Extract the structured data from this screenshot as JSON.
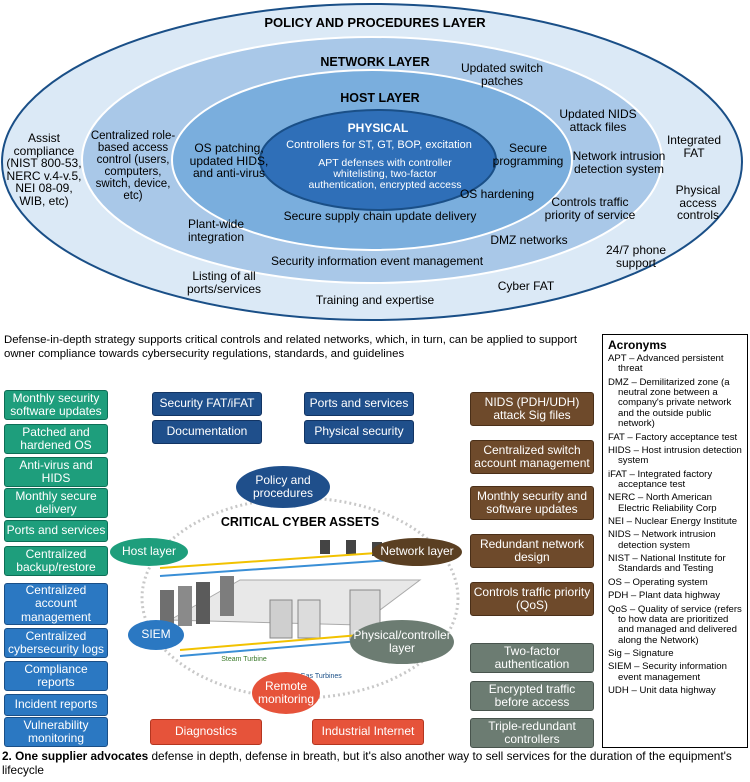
{
  "layers": {
    "policy_title": "POLICY AND PROCEDURES LAYER",
    "network_title": "NETWORK LAYER",
    "host_title": "HOST LAYER",
    "physical_title": "PHYSICAL",
    "physical_line1": "Controllers for ST, GT, BOP, excitation",
    "physical_line2": "APT defenses with controller whitelisting, two-factor authentication, encrypted access",
    "policy_items": [
      "Assist compliance (NIST 800-53, NERC v.4-v.5, NEI 08-09, WIB, etc)",
      "Integrated FAT",
      "Physical access controls",
      "24/7 phone support",
      "Listing of all ports/services",
      "Training and expertise",
      "Cyber FAT"
    ],
    "network_items": [
      "Updated switch patches",
      "Updated NIDS attack files",
      "Network intrusion detection system",
      "Centralized role-based access control (users, computers, switch, device, etc)",
      "Controls traffic priority of service",
      "Plant-wide integration",
      "DMZ networks",
      "Security information event management"
    ],
    "host_items": [
      "OS patching, updated HIDS, and anti-virus",
      "Secure programming",
      "OS hardening",
      "Secure supply chain update delivery"
    ]
  },
  "caption_top": "Defense-in-depth strategy supports critical controls and related networks, which, in turn, can be applied to support owner compliance towards cybersecurity regulations, standards, and guidelines",
  "left_boxes": [
    "Monthly security software updates",
    "Patched and hardened OS",
    "Anti-virus and HIDS",
    "Monthly secure delivery",
    "Ports and services",
    "Centralized backup/restore",
    "Centralized account management",
    "Centralized cybersecurity logs",
    "Compliance reports",
    "Incident reports",
    "Vulnerability monitoring"
  ],
  "top_boxes": [
    "Security FAT/iFAT",
    "Documentation",
    "Ports and services",
    "Physical security"
  ],
  "brown_boxes": [
    "NIDS (PDH/UDH) attack Sig files",
    "Centralized switch account management",
    "Monthly security and software updates",
    "Redundant network design",
    "Controls traffic priority (QoS)"
  ],
  "grey_boxes": [
    "Two-factor authentication",
    "Encrypted traffic before access",
    "Triple-redundant controllers"
  ],
  "red_boxes": [
    "Diagnostics",
    "Industrial Internet"
  ],
  "center": {
    "title": "CRITICAL CYBER ASSETS",
    "policy_oval": "Policy and procedures",
    "host_oval": "Host layer",
    "network_oval": "Network layer",
    "siem_oval": "SIEM",
    "physical_oval": "Physical/controller layer",
    "remote_oval": "Remote monitoring",
    "steam_label": "Steam Turbine",
    "gas_label": "Gas Turbines"
  },
  "acronyms": {
    "title": "Acronyms",
    "items": [
      "APT – Advanced persistent threat",
      "DMZ – Demilitarized zone (a neutral zone between a company's private network and the outside public network)",
      "FAT – Factory acceptance test",
      "HIDS – Host intrusion detection system",
      "iFAT – Integrated factory acceptance test",
      "NERC – North American Electric Reliability Corp",
      "NEI – Nuclear Energy Institute",
      "NIDS – Network intrusion detection system",
      "NIST – National Institute for Standards and Testing",
      "OS – Operating system",
      "PDH – Plant data highway",
      "QoS – Quality of service (refers to how data are prioritized and managed and delivered along the Network)",
      "Sig – Signature",
      "SIEM – Security information event management",
      "UDH – Unit data highway"
    ]
  },
  "caption_bottom_bold": "2. One supplier advocates",
  "caption_bottom_rest": " defense in depth, defense in breath, but it's also another way to sell services for the duration of the equipment's lifecycle",
  "colors": {
    "outer": "#dbe9f6",
    "network": "#a9c8e8",
    "host": "#7aaedd",
    "physical": "#2f6fb8",
    "teal": "#1e9e7c",
    "brown": "#6e4a2b",
    "grey": "#6c7c72",
    "red": "#e6533a",
    "navy": "#1f4f8b"
  }
}
